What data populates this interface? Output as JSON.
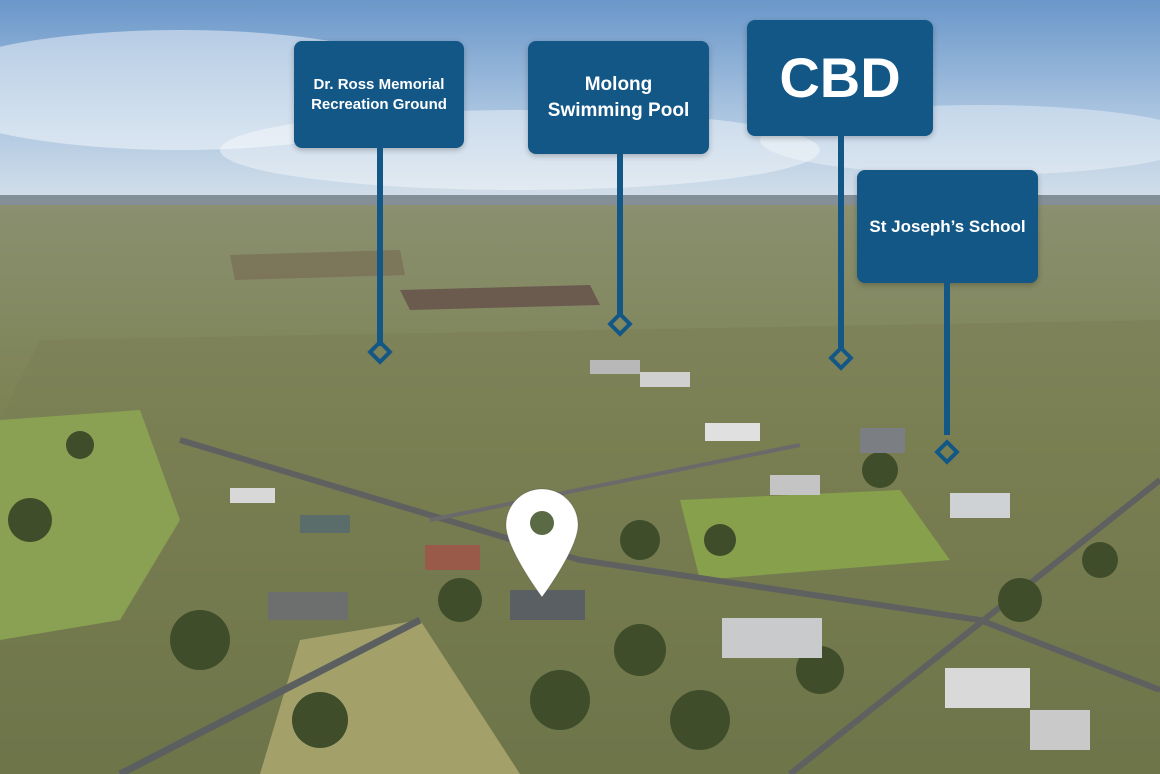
{
  "labels": {
    "recreation_ground": "Dr. Ross Memorial Recreation Ground",
    "swimming_pool": "Molong Swimming Pool",
    "cbd": "CBD",
    "school": "St Joseph’s School"
  },
  "colors": {
    "label_bg": "#135787",
    "label_text": "#ffffff",
    "pin": "#ffffff"
  },
  "icons": {
    "property_pin": "location-pin-icon",
    "point_marker": "diamond-marker-icon"
  }
}
